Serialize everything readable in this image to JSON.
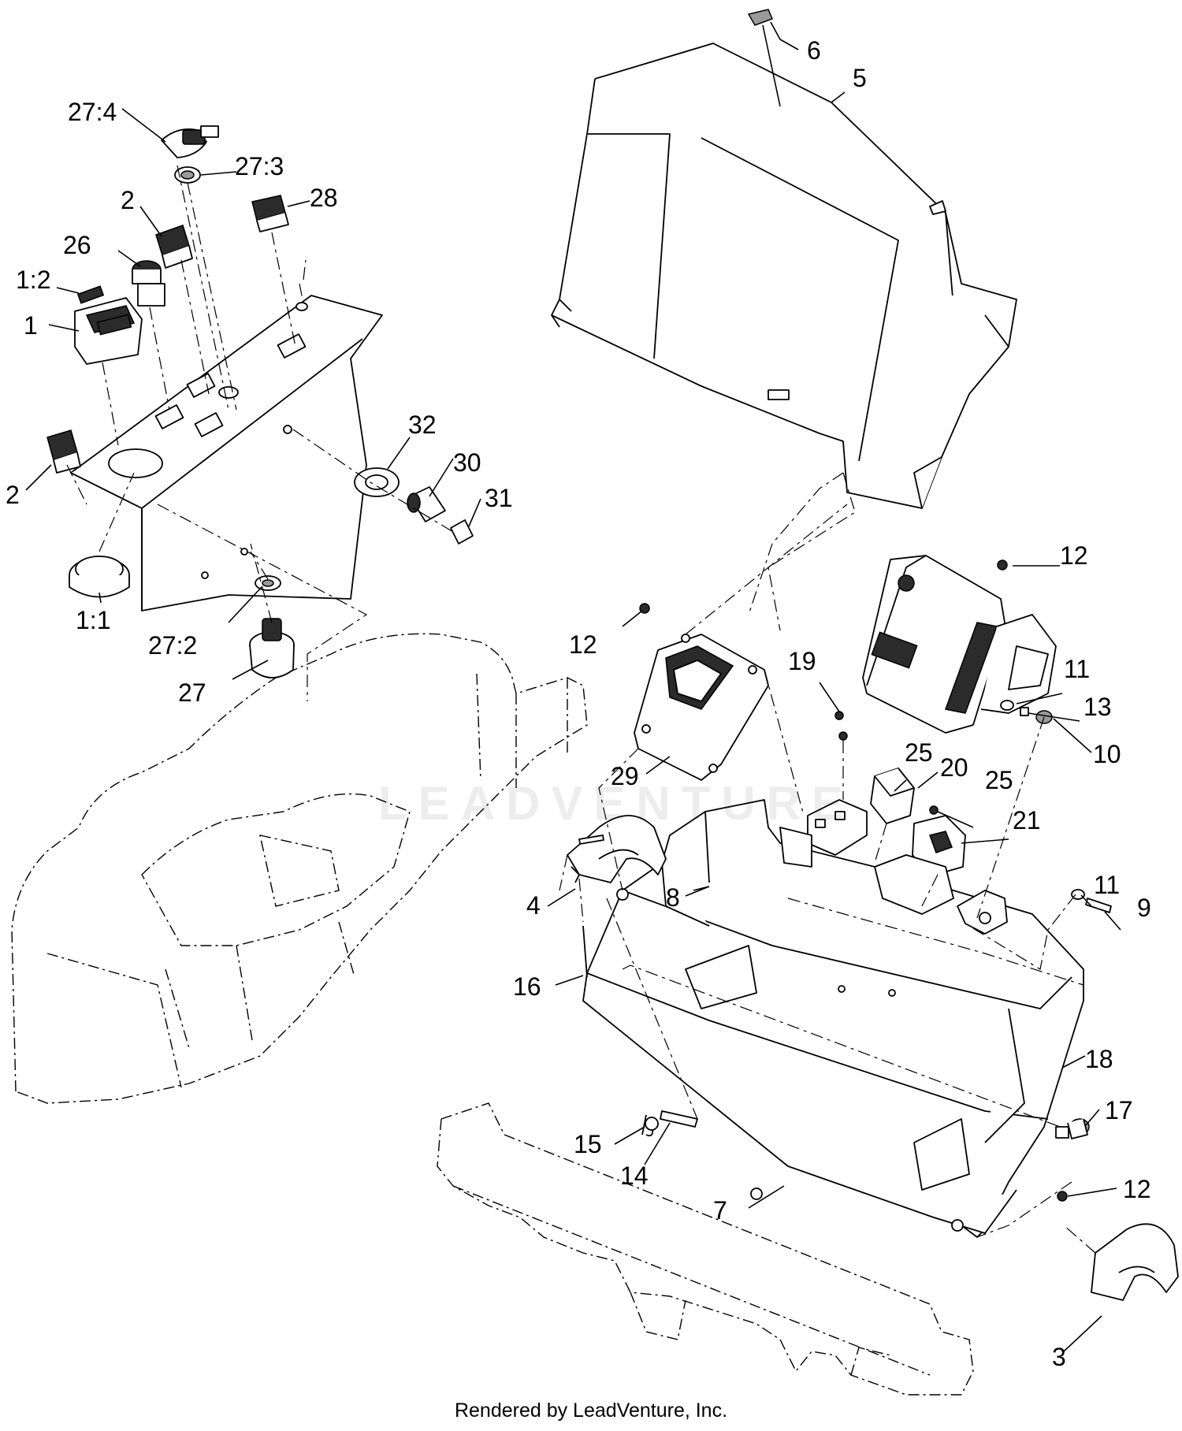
{
  "diagram": {
    "callouts": [
      {
        "id": "c-6",
        "label": "6"
      },
      {
        "id": "c-5",
        "label": "5"
      },
      {
        "id": "c-27-4",
        "label": "27:4"
      },
      {
        "id": "c-27-3",
        "label": "27:3"
      },
      {
        "id": "c-28",
        "label": "28"
      },
      {
        "id": "c-2a",
        "label": "2"
      },
      {
        "id": "c-26",
        "label": "26"
      },
      {
        "id": "c-1-2",
        "label": "1:2"
      },
      {
        "id": "c-1",
        "label": "1"
      },
      {
        "id": "c-2b",
        "label": "2"
      },
      {
        "id": "c-32",
        "label": "32"
      },
      {
        "id": "c-30",
        "label": "30"
      },
      {
        "id": "c-31",
        "label": "31"
      },
      {
        "id": "c-1-1",
        "label": "1:1"
      },
      {
        "id": "c-27-2",
        "label": "27:2"
      },
      {
        "id": "c-27",
        "label": "27"
      },
      {
        "id": "c-12a",
        "label": "12"
      },
      {
        "id": "c-12b",
        "label": "12"
      },
      {
        "id": "c-19",
        "label": "19"
      },
      {
        "id": "c-11a",
        "label": "11"
      },
      {
        "id": "c-13",
        "label": "13"
      },
      {
        "id": "c-10",
        "label": "10"
      },
      {
        "id": "c-29",
        "label": "29"
      },
      {
        "id": "c-25a",
        "label": "25"
      },
      {
        "id": "c-20",
        "label": "20"
      },
      {
        "id": "c-25b",
        "label": "25"
      },
      {
        "id": "c-21",
        "label": "21"
      },
      {
        "id": "c-4",
        "label": "4"
      },
      {
        "id": "c-8",
        "label": "8"
      },
      {
        "id": "c-11b",
        "label": "11"
      },
      {
        "id": "c-9",
        "label": "9"
      },
      {
        "id": "c-16",
        "label": "16"
      },
      {
        "id": "c-18",
        "label": "18"
      },
      {
        "id": "c-17",
        "label": "17"
      },
      {
        "id": "c-15",
        "label": "15"
      },
      {
        "id": "c-14",
        "label": "14"
      },
      {
        "id": "c-12c",
        "label": "12"
      },
      {
        "id": "c-7",
        "label": "7"
      },
      {
        "id": "c-3",
        "label": "3"
      }
    ]
  },
  "watermark": "LEADVENTURE",
  "footer": "Rendered by LeadVenture, Inc."
}
